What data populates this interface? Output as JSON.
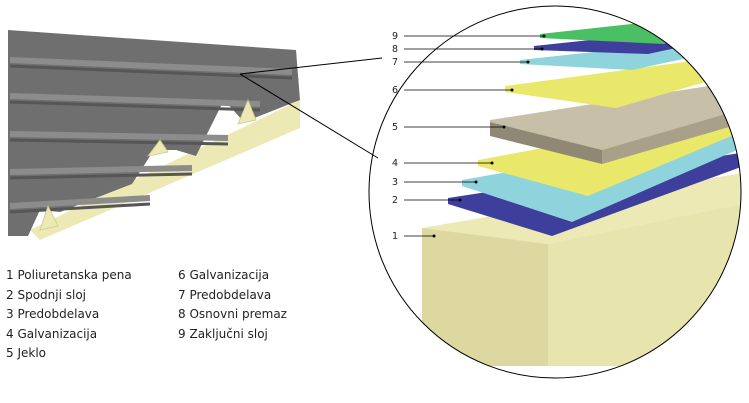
{
  "legend": {
    "left": [
      {
        "num": "1",
        "label": "Poliuretanska pena"
      },
      {
        "num": "2",
        "label": "Spodnji sloj"
      },
      {
        "num": "3",
        "label": "Predobdelava"
      },
      {
        "num": "4",
        "label": "Galvanizacija"
      },
      {
        "num": "5",
        "label": "Jeklo"
      }
    ],
    "right": [
      {
        "num": "6",
        "label": "Galvanizacija"
      },
      {
        "num": "7",
        "label": "Predobdelava"
      },
      {
        "num": "8",
        "label": "Osnovni premaz"
      },
      {
        "num": "9",
        "label": "Zaključni sloj"
      }
    ]
  },
  "callouts": [
    "9",
    "8",
    "7",
    "6",
    "5",
    "4",
    "3",
    "2",
    "1"
  ],
  "colors": {
    "foam": "#ece9b4",
    "foam_side": "#d9d49c",
    "layer_blue": "#3e3e9c",
    "layer_cyan": "#8fd3dd",
    "layer_yellow": "#e9e86a",
    "layer_steel": "#b6ad96",
    "layer_green": "#4bbf64",
    "panel_gray": "#707070"
  }
}
